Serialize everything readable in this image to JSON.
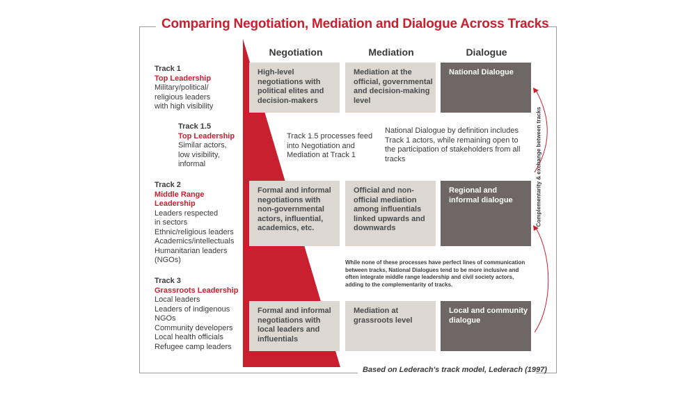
{
  "title": "Comparing Negotiation, Mediation and Dialogue Across Tracks",
  "columns": [
    "Negotiation",
    "Mediation",
    "Dialogue"
  ],
  "tracks": [
    {
      "number": "Track 1",
      "name": "Top Leadership",
      "lines": [
        "Military/political/",
        "religious leaders",
        "with high visibility"
      ]
    },
    {
      "number": "Track 1.5",
      "name": "Top Leadership",
      "lines": [
        "Similar actors,",
        "low visibility,",
        "informal"
      ]
    },
    {
      "number": "Track 2",
      "name": "Middle Range",
      "name2": "Leadership",
      "lines": [
        "Leaders respected",
        "in sectors",
        "Ethnic/religious leaders",
        "Academics/intellectuals",
        "Humanitarian leaders",
        "(NGOs)"
      ]
    },
    {
      "number": "Track 3",
      "name": "Grassroots Leadership",
      "lines": [
        "Local leaders",
        "Leaders of indigenous",
        "NGOs",
        "Community developers",
        "Local health officials",
        "Refugee camp leaders"
      ]
    }
  ],
  "boxes": {
    "r1": [
      "High-level negotiations with political elites and decision-makers",
      "Mediation at the official, governmental and decision-making level",
      "National Dialogue"
    ],
    "r2": [
      "Formal and informal negotiations with non-governmental actors, influential, academics, etc.",
      "Official and non-official mediation among influentials linked upwards and downwards",
      "Regional and informal dialogue"
    ],
    "r3": [
      "Formal and informal negotiations with local leaders and influentials",
      "Mediation at grassroots level",
      "Local and community dialogue"
    ]
  },
  "notes": {
    "track15": "Track 1.5 processes feed into Negotiation and Mediation at Track 1",
    "national": "National Dialogue by definition includes Track 1 actors, while remaining open to the participation of stakeholders from all tracks",
    "middle": "While none of these processes have perfect lines of communication between tracks, National Dialogues tend to be more inclusive and often integrate middle range leadership and civil society actors, adding to the complementarity of tracks."
  },
  "side_label": "Complementarity & exchange between tracks",
  "footer": "Based on Lederach's track model, Lederach (1997)",
  "colors": {
    "red": "#c8202f",
    "light_box": "#dcd8d1",
    "dark_box": "#6e6766"
  }
}
